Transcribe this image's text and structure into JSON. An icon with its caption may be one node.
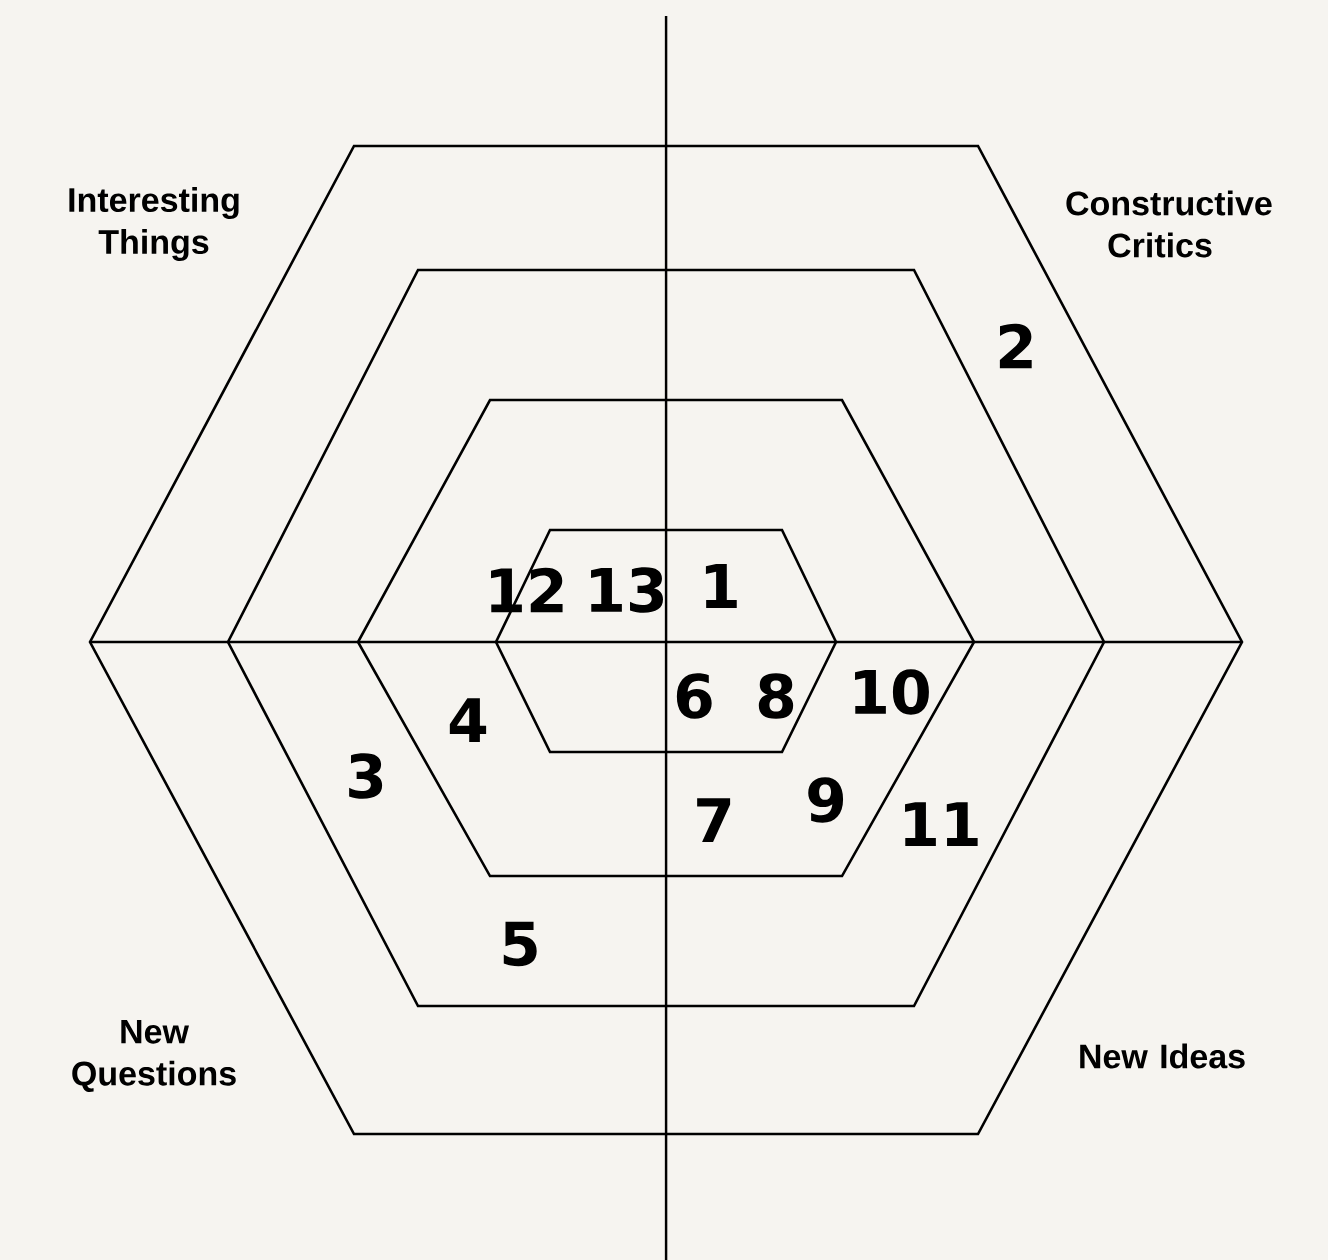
{
  "diagram": {
    "nodes": [
      {
        "text": [],
        "shape": "hexagon"
      },
      {
        "text": [],
        "shape": "hexagon",
        "in": 0
      },
      {
        "text": [],
        "shape": "hexagon",
        "in": 1
      },
      {
        "text": [],
        "shape": "hexagon",
        "in": 2
      }
    ],
    "labels": [
      "Interesting Things",
      "Constructive Critics",
      "2",
      "12",
      "13",
      "1",
      "6",
      "8",
      "10",
      "4",
      "3",
      "9",
      "7",
      "11",
      "5",
      "New Questions",
      "New Ideas"
    ]
  }
}
